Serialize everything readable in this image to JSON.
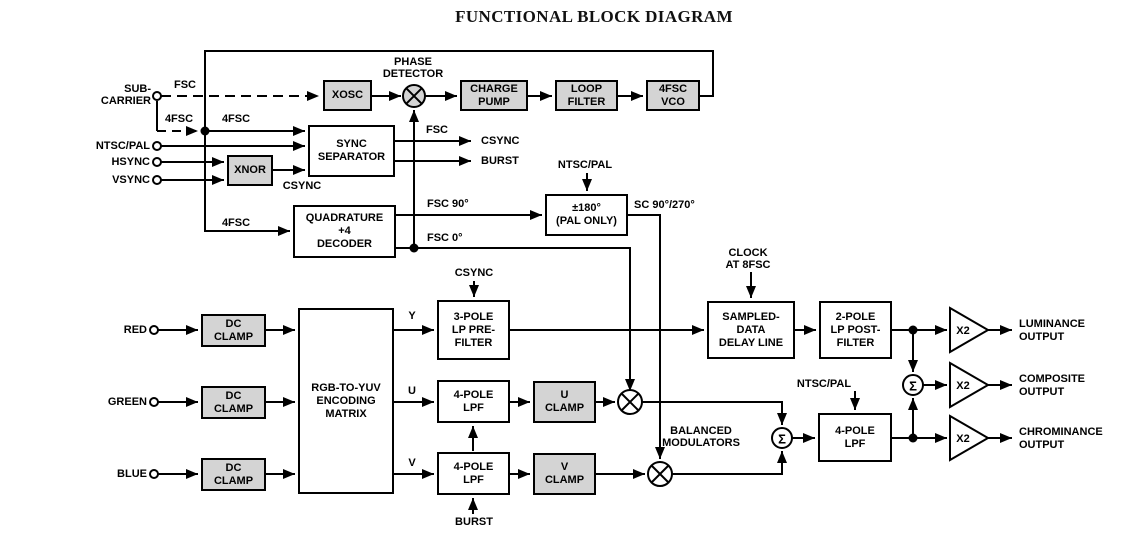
{
  "title": "FUNCTIONAL BLOCK DIAGRAM",
  "colors": {
    "block_fill_gray": "#d4d4d4",
    "block_fill_white": "#ffffff",
    "line": "#000000",
    "background": "#ffffff"
  },
  "blocks": {
    "xosc": {
      "lines": [
        "XOSC"
      ]
    },
    "charge_pump": {
      "lines": [
        "CHARGE",
        "PUMP"
      ]
    },
    "loop_filter": {
      "lines": [
        "LOOP",
        "FILTER"
      ]
    },
    "vco": {
      "lines": [
        "4FSC",
        "VCO"
      ]
    },
    "xnor": {
      "lines": [
        "XNOR"
      ]
    },
    "sync_separator": {
      "lines": [
        "SYNC",
        "SEPARATOR"
      ]
    },
    "quadrature": {
      "lines": [
        "QUADRATURE",
        "+4",
        "DECODER"
      ]
    },
    "pal_180": {
      "lines": [
        "±180°",
        "(PAL ONLY)"
      ]
    },
    "dc_clamp_red": {
      "lines": [
        "DC",
        "CLAMP"
      ]
    },
    "dc_clamp_green": {
      "lines": [
        "DC",
        "CLAMP"
      ]
    },
    "dc_clamp_blue": {
      "lines": [
        "DC",
        "CLAMP"
      ]
    },
    "rgb_matrix": {
      "lines": [
        "RGB-TO-YUV",
        "ENCODING",
        "MATRIX"
      ]
    },
    "lp_pre_filter": {
      "lines": [
        "3-POLE",
        "LP PRE-",
        "FILTER"
      ]
    },
    "lpf_u": {
      "lines": [
        "4-POLE",
        "LPF"
      ]
    },
    "lpf_v": {
      "lines": [
        "4-POLE",
        "LPF"
      ]
    },
    "u_clamp": {
      "lines": [
        "U",
        "CLAMP"
      ]
    },
    "v_clamp": {
      "lines": [
        "V",
        "CLAMP"
      ]
    },
    "delay_line": {
      "lines": [
        "SAMPLED-",
        "DATA",
        "DELAY LINE"
      ]
    },
    "lp_post_filter": {
      "lines": [
        "2-POLE",
        "LP POST-",
        "FILTER"
      ]
    },
    "lpf_chroma": {
      "lines": [
        "4-POLE",
        "LPF"
      ]
    }
  },
  "labels": {
    "sub_carrier_line1": "SUB-",
    "sub_carrier_line2": "CARRIER",
    "fsc_in": "FSC",
    "fsc4_in": "4FSC",
    "fsc4_node": "4FSC",
    "fsc4_quad": "4FSC",
    "ntsc_pal_in": "NTSC/PAL",
    "hsync_in": "HSYNC",
    "vsync_in": "VSYNC",
    "csync_xnor": "CSYNC",
    "phase_detector_line1": "PHASE",
    "phase_detector_line2": "DETECTOR",
    "fsc_loop": "FSC",
    "csync_out": "CSYNC",
    "burst_out": "BURST",
    "fsc_90": "FSC 90°",
    "fsc_0": "FSC 0°",
    "ntsc_pal_180": "NTSC/PAL",
    "sc_90_270": "SC 90°/270°",
    "clock_line1": "CLOCK",
    "clock_line2": "AT 8FSC",
    "csync_prefilter": "CSYNC",
    "red_in": "RED",
    "green_in": "GREEN",
    "blue_in": "BLUE",
    "y_signal": "Y",
    "u_signal": "U",
    "v_signal": "V",
    "burst_in": "BURST",
    "balanced_line1": "BALANCED",
    "balanced_line2": "MODULATORS",
    "ntsc_pal_lpf": "NTSC/PAL",
    "luminance_line1": "LUMINANCE",
    "luminance_line2": "OUTPUT",
    "composite_line1": "COMPOSITE",
    "composite_line2": "OUTPUT",
    "chrominance_line1": "CHROMINANCE",
    "chrominance_line2": "OUTPUT"
  },
  "symbols": {
    "summer": "Σ",
    "amplifier_gain": "X2"
  }
}
